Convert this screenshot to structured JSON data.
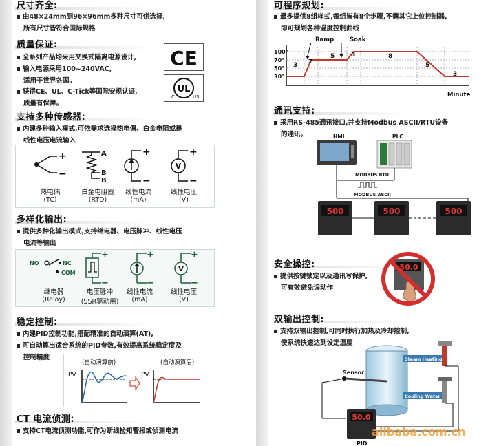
{
  "sizes": {
    "title": "尺寸齐全:",
    "lines": [
      "由48×24mm到96×96mm多种尺寸可供选择,",
      "所有尺寸皆符合国际规格"
    ]
  },
  "quality": {
    "title": "质量保证:",
    "lines": [
      "全系列产品均采用交换式隔离电源设计,",
      "输入电源采用100~240VAC,",
      "适用于世界各国。",
      "获得CE、UL、C-Tick等国际安规认证,",
      "质量有保障。"
    ],
    "ce_mark": "CE",
    "ul_mark": "UL",
    "ul_c": "C",
    "ul_us": "US"
  },
  "sensors": {
    "title": "支持多种传感器:",
    "lines": [
      "内建多种输入模式,可依需求选择热电偶、白金电阻或是",
      "线性电压电流输入"
    ],
    "items": [
      {
        "name": "热电偶",
        "sub": "(TC)"
      },
      {
        "name": "白金电阻器",
        "sub": "(RTD)"
      },
      {
        "name": "线性电流",
        "sub": "(mA)"
      },
      {
        "name": "线性电压",
        "sub": "(V)"
      }
    ],
    "rtd_a": "A",
    "rtd_b1": "B",
    "rtd_b2": "B",
    "mA_symbol": "I",
    "v_symbol": "V"
  },
  "outputs": {
    "title": "多样化输出:",
    "lines": [
      "提供多种化输出模式,支持继电器、电压脉冲、线性电压",
      "电流等输出"
    ],
    "items": [
      {
        "name": "继电器",
        "sub": "(Relay)"
      },
      {
        "name": "电压脉冲",
        "sub": "(SSR驱动用)"
      },
      {
        "name": "线性电流",
        "sub": "(mA)"
      },
      {
        "name": "线性电压",
        "sub": "(V)"
      }
    ],
    "no": "NO",
    "nc": "NC",
    "com": "COM",
    "v_symbol": "V"
  },
  "stable": {
    "title": "稳定控制:",
    "lines": [
      "内建PID控制功能,搭配精准的自动演算(AT),",
      "可自动算出适合系统的PID参数,有效提高系统稳定度及",
      "控制精度"
    ],
    "before": "(自动演算前)",
    "after": "(自动演算后)",
    "pv1": "PV",
    "pv2": "PV"
  },
  "ct": {
    "title": "CT 电流侦测:",
    "lines": [
      "支持CT电流侦测功能,可作为断线检知警报或侦测电流"
    ]
  },
  "program": {
    "title": "可程序规划:",
    "lines": [
      "最多提供8组样式,每组皆有8个步骤,不需其它上位控制器,",
      "即可规划各种温度控制曲线"
    ],
    "ramp": "Ramp",
    "soak": "Soak",
    "y_ticks": [
      "100°",
      "70°",
      "50°",
      "30°"
    ],
    "x_label": "Minute",
    "step_labels": [
      "3",
      "2",
      "5",
      "3",
      "8",
      "5",
      "3"
    ]
  },
  "comm": {
    "title": "通讯支持:",
    "lines": [
      "采用RS-485通讯接口,并支持Modbus ASCII/RTU设备",
      "的通讯。"
    ],
    "hmi": "HMI",
    "plc": "PLC",
    "rtu": "MODBUS RTU",
    "ascii": "MODBUS ASCII",
    "display": "500"
  },
  "safety": {
    "title": "安全操控:",
    "lines": [
      "提供按键锁定以及通讯写保护,",
      "可有效避免误动作"
    ],
    "display": "50.0"
  },
  "dual": {
    "title": "双输出控制:",
    "lines": [
      "支持双输出控制,可同时执行加热及冷却控制,",
      "使系统快速达到设定温度"
    ],
    "sensor": "Sensor",
    "steam": "Steam Heating",
    "cooling": "Cooling Water",
    "pid": "PID",
    "display": "50.0"
  },
  "watermark": "alibaba.com.cn"
}
